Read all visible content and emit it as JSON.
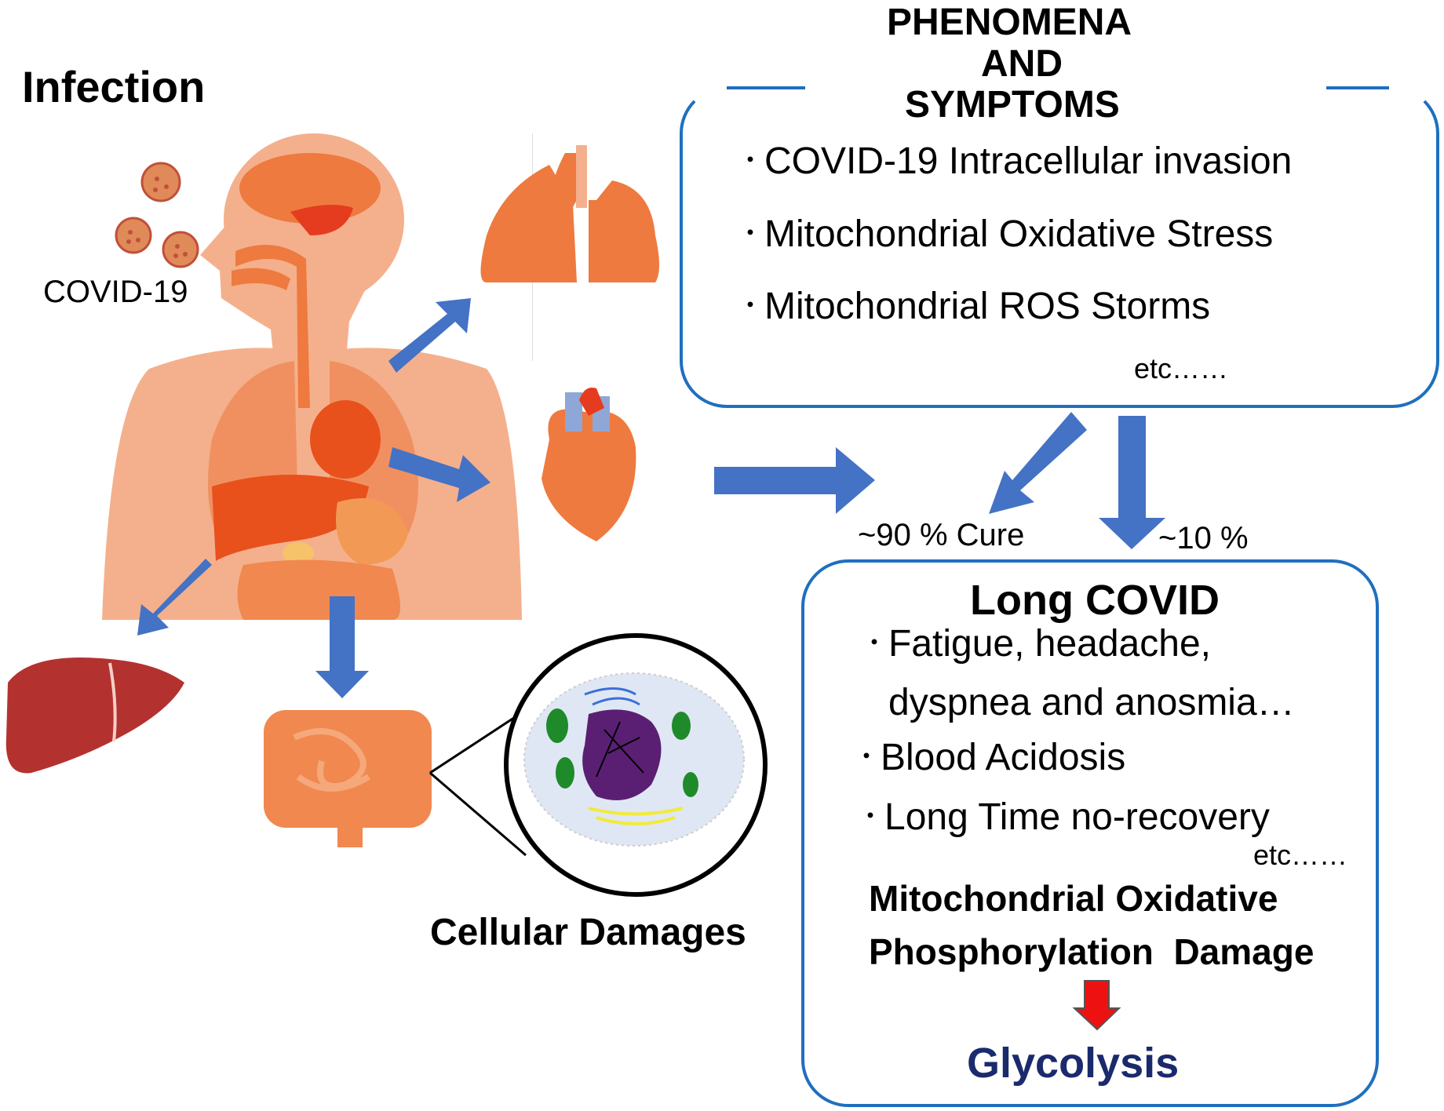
{
  "left": {
    "infection_label": "Infection",
    "virus_label": "COVID-19",
    "cellular_label": "Cellular Damages"
  },
  "phenomena": {
    "title_lines": [
      "PHENOMENA",
      "AND",
      "SYMPTOMS"
    ],
    "bullets": [
      "COVID-19 Intracellular invasion",
      "Mitochondrial Oxidative Stress",
      "Mitochondrial ROS Storms"
    ],
    "etc": "etc……"
  },
  "outcomes": {
    "cure": "~90 % Cure",
    "long": "~10 %"
  },
  "long_covid": {
    "title": "Long COVID",
    "bullet_1_line1": "Fatigue, headache,",
    "bullet_1_line2": "dyspnea and anosmia…",
    "bullet_2": "Blood Acidosis",
    "bullet_3": "Long Time no-recovery",
    "etc": "etc……",
    "damage_line1": "Mitochondrial Oxidative",
    "damage_line2": "Phosphorylation  Damage",
    "result": "Glycolysis"
  },
  "colors": {
    "arrow_blue": "#4472c4",
    "box_border": "#1f6fbf",
    "red_arrow": "#ee1111",
    "glycolysis": "#1a2a6c",
    "body_skin": "#f4b08c",
    "organ_orange": "#ee7a3f",
    "liver_red": "#b3322f"
  }
}
